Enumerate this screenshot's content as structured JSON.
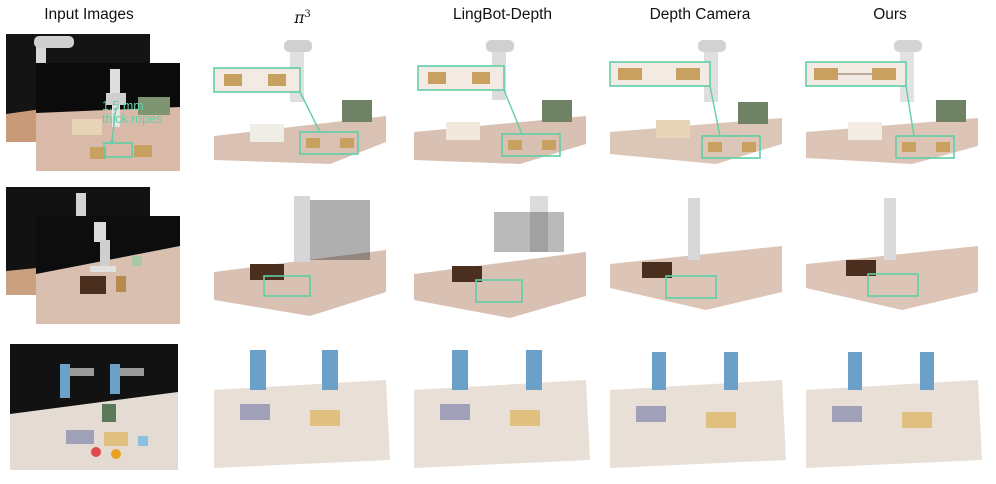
{
  "columns": [
    {
      "key": "input",
      "label": "Input Images"
    },
    {
      "key": "pi3",
      "label_base": "π",
      "label_sup": "3"
    },
    {
      "key": "lingbot",
      "label": "LingBot-Depth"
    },
    {
      "key": "depthcam",
      "label": "Depth Camera"
    },
    {
      "key": "ours",
      "label": "Ours"
    }
  ],
  "annotation": {
    "line1": "1.5 mm",
    "line2": "thick ropes"
  },
  "colors": {
    "highlight": "#5ecfa6",
    "table": "#d9c2b4",
    "background": "#ffffff"
  }
}
